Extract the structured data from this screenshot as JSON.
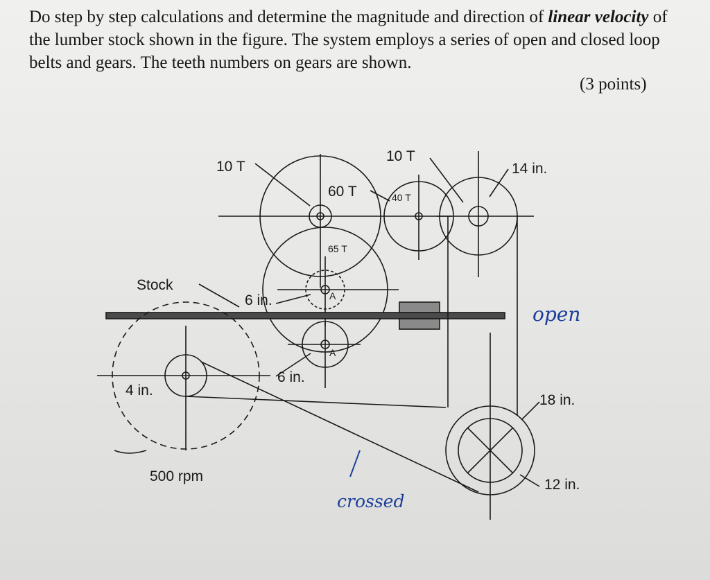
{
  "problem": {
    "text_a": "Do step by step calculations and determine the magnitude and direction of ",
    "emph1": "linear velocity",
    "text_b": " of the lumber stock shown in the figure. The system employs a series of open and closed loop belts and gears. The teeth numbers on gears are shown.",
    "points": "(3 points)"
  },
  "figure": {
    "gear_10t_left": "10 T",
    "gear_10t_right": "10 T",
    "gear_60t": "60 T",
    "gear_40t": "40 T",
    "gear_65t": "65 T",
    "pulley_14in": "14 in.",
    "stock": "Stock",
    "roller_6in_top": "6 in.",
    "roller_6in_bottom": "6 in.",
    "roller_a_top": "A",
    "roller_a_bottom": "A",
    "pulley_4in": "4 in.",
    "speed_500rpm": "500 rpm",
    "pulley_18in": "18 in.",
    "pulley_12in": "12 in.",
    "handwritten_open": "open",
    "handwritten_crossed": "crossed"
  },
  "colors": {
    "ink": "#1a1a1a",
    "handwriting": "#1c3f9a"
  }
}
